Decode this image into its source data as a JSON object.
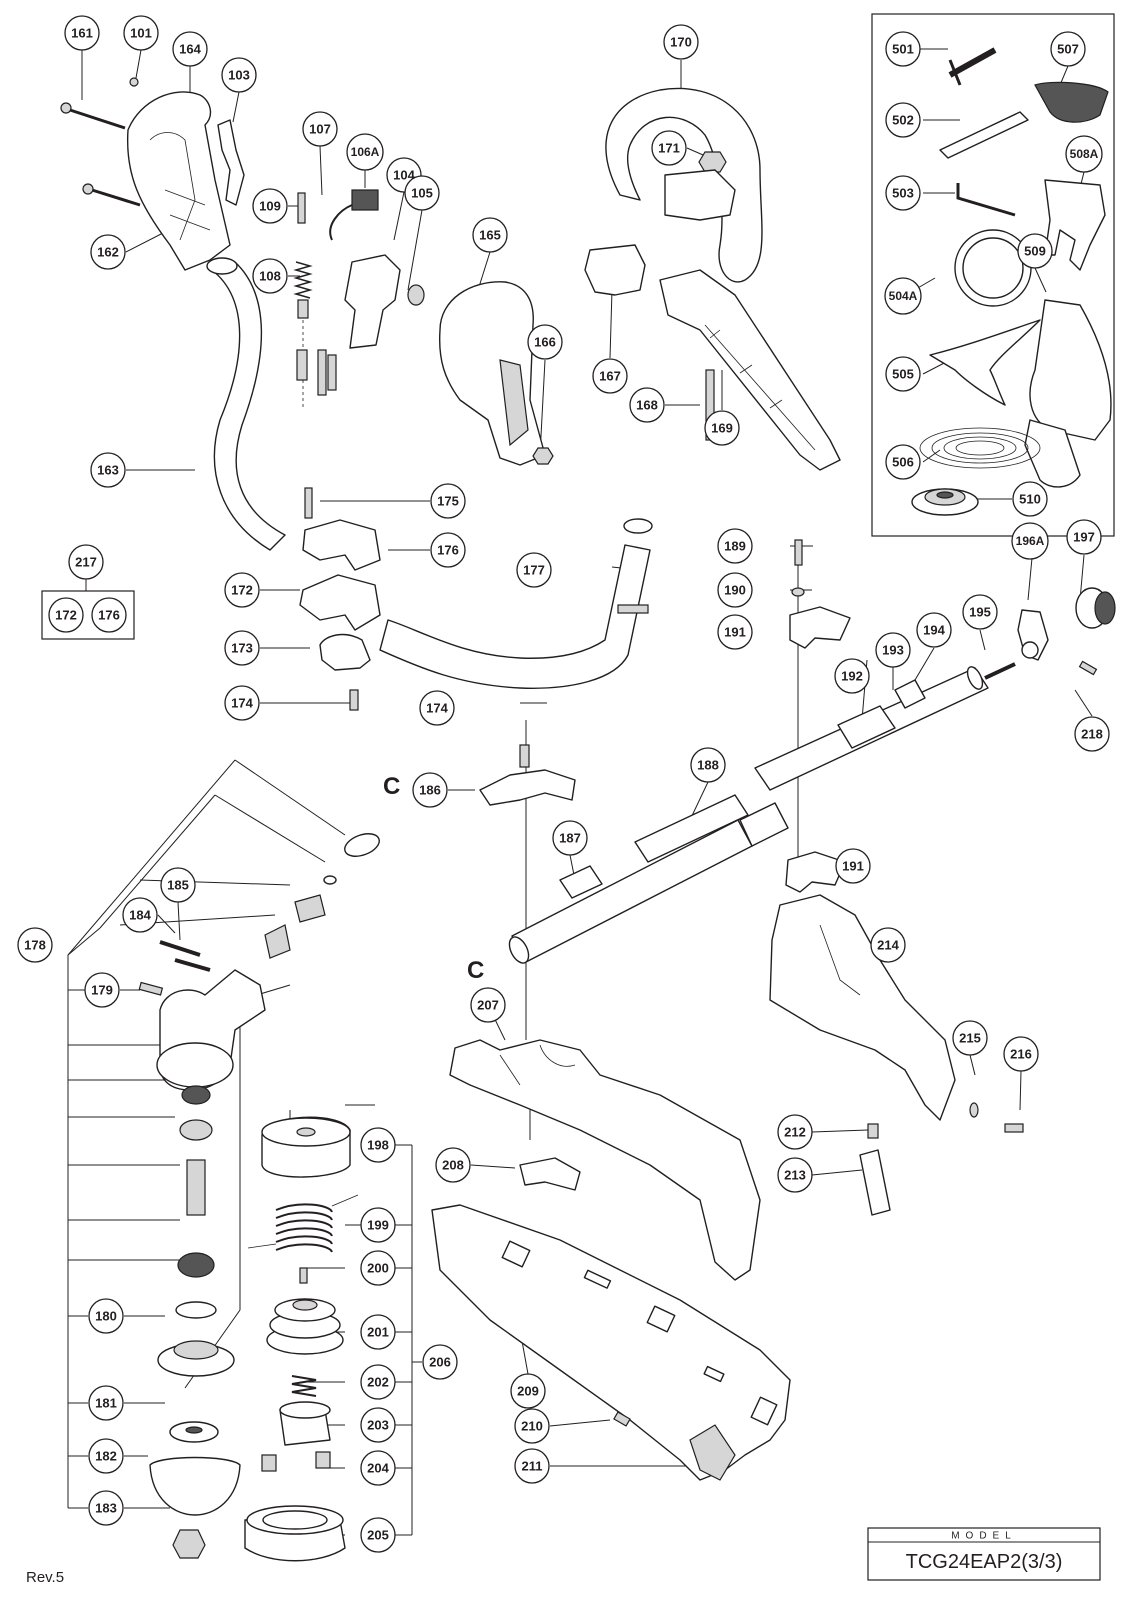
{
  "callouts": [
    {
      "id": "161",
      "label": "161"
    },
    {
      "id": "101",
      "label": "101"
    },
    {
      "id": "164",
      "label": "164"
    },
    {
      "id": "103",
      "label": "103"
    },
    {
      "id": "162",
      "label": "162"
    },
    {
      "id": "107",
      "label": "107"
    },
    {
      "id": "106A",
      "label": "106A"
    },
    {
      "id": "104",
      "label": "104"
    },
    {
      "id": "105",
      "label": "105"
    },
    {
      "id": "109",
      "label": "109"
    },
    {
      "id": "108",
      "label": "108"
    },
    {
      "id": "165",
      "label": "165"
    },
    {
      "id": "166",
      "label": "166"
    },
    {
      "id": "170",
      "label": "170"
    },
    {
      "id": "171",
      "label": "171"
    },
    {
      "id": "167",
      "label": "167"
    },
    {
      "id": "168",
      "label": "168"
    },
    {
      "id": "169",
      "label": "169"
    },
    {
      "id": "501",
      "label": "501"
    },
    {
      "id": "507",
      "label": "507"
    },
    {
      "id": "502",
      "label": "502"
    },
    {
      "id": "508A",
      "label": "508A"
    },
    {
      "id": "503",
      "label": "503"
    },
    {
      "id": "509",
      "label": "509"
    },
    {
      "id": "504A",
      "label": "504A"
    },
    {
      "id": "505",
      "label": "505"
    },
    {
      "id": "506",
      "label": "506"
    },
    {
      "id": "510",
      "label": "510"
    },
    {
      "id": "163",
      "label": "163"
    },
    {
      "id": "175",
      "label": "175"
    },
    {
      "id": "176",
      "label": "176"
    },
    {
      "id": "217",
      "label": "217"
    },
    {
      "id": "172b",
      "label": "172"
    },
    {
      "id": "176b",
      "label": "176"
    },
    {
      "id": "172",
      "label": "172"
    },
    {
      "id": "177",
      "label": "177"
    },
    {
      "id": "173",
      "label": "173"
    },
    {
      "id": "174",
      "label": "174"
    },
    {
      "id": "174b",
      "label": "174"
    },
    {
      "id": "189",
      "label": "189"
    },
    {
      "id": "196A",
      "label": "196A"
    },
    {
      "id": "197",
      "label": "197"
    },
    {
      "id": "190",
      "label": "190"
    },
    {
      "id": "195",
      "label": "195"
    },
    {
      "id": "191",
      "label": "191"
    },
    {
      "id": "194",
      "label": "194"
    },
    {
      "id": "193",
      "label": "193"
    },
    {
      "id": "192",
      "label": "192"
    },
    {
      "id": "218",
      "label": "218"
    },
    {
      "id": "186",
      "label": "186"
    },
    {
      "id": "188",
      "label": "188"
    },
    {
      "id": "187",
      "label": "187"
    },
    {
      "id": "191b",
      "label": "191"
    },
    {
      "id": "185",
      "label": "185"
    },
    {
      "id": "184",
      "label": "184"
    },
    {
      "id": "178",
      "label": "178"
    },
    {
      "id": "179",
      "label": "179"
    },
    {
      "id": "214",
      "label": "214"
    },
    {
      "id": "207",
      "label": "207"
    },
    {
      "id": "215",
      "label": "215"
    },
    {
      "id": "216",
      "label": "216"
    },
    {
      "id": "198",
      "label": "198"
    },
    {
      "id": "212",
      "label": "212"
    },
    {
      "id": "208",
      "label": "208"
    },
    {
      "id": "213",
      "label": "213"
    },
    {
      "id": "199",
      "label": "199"
    },
    {
      "id": "200",
      "label": "200"
    },
    {
      "id": "180",
      "label": "180"
    },
    {
      "id": "201",
      "label": "201"
    },
    {
      "id": "206",
      "label": "206"
    },
    {
      "id": "202",
      "label": "202"
    },
    {
      "id": "209",
      "label": "209"
    },
    {
      "id": "181",
      "label": "181"
    },
    {
      "id": "203",
      "label": "203"
    },
    {
      "id": "210",
      "label": "210"
    },
    {
      "id": "182",
      "label": "182"
    },
    {
      "id": "204",
      "label": "204"
    },
    {
      "id": "211",
      "label": "211"
    },
    {
      "id": "183",
      "label": "183"
    },
    {
      "id": "205",
      "label": "205"
    }
  ],
  "reference_marks": {
    "c_upper": "C",
    "c_lower": "C"
  },
  "revision": "Rev.5",
  "model_box": {
    "caption": "MODEL",
    "name": "TCG24EAP2(3/3)"
  }
}
